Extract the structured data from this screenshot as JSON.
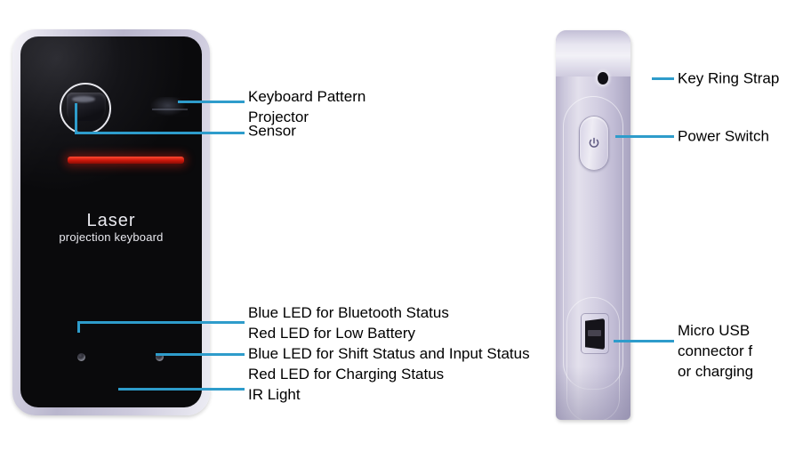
{
  "figure": {
    "title": "Laser projection keyboard product callout diagram",
    "accent_color": "#2e9ccb",
    "laser_color": "#d4190b",
    "background": "#ffffff"
  },
  "front_device": {
    "name": "front-face-view",
    "brand_main": "Laser",
    "brand_sub": "projection keyboard",
    "body_color": "#c5c1d6",
    "glass_color": "#0a0a0c",
    "parts": [
      {
        "id": "projector",
        "label": "Keyboard Pattern Projector"
      },
      {
        "id": "sensor",
        "label": "Sensor"
      },
      {
        "id": "led-left",
        "label": "Blue LED for Bluetooth Status / Red LED for Low Battery"
      },
      {
        "id": "led-right",
        "label": "Blue LED for Shift Status and Input Status / Red LED for Charging Status"
      },
      {
        "id": "ir-light",
        "label": "IR Light"
      }
    ]
  },
  "side_device": {
    "name": "side-face-view",
    "body_color": "#c8c3da",
    "parts": [
      {
        "id": "keyring",
        "label": "Key Ring Strap"
      },
      {
        "id": "power",
        "label": "Power Switch"
      },
      {
        "id": "usb",
        "label": "Micro USB connector for charging"
      }
    ]
  },
  "callouts": {
    "keyboard_pattern_projector_line1": "Keyboard Pattern",
    "keyboard_pattern_projector_line2": "Projector",
    "sensor": "Sensor",
    "blue_led_bluetooth": "Blue LED for Bluetooth Status",
    "red_led_low_battery": "Red LED for Low Battery",
    "blue_led_shift_input": "Blue LED for Shift Status and Input Status",
    "red_led_charging": "Red LED for Charging Status",
    "ir_light": "IR Light",
    "key_ring_strap": "Key Ring Strap",
    "power_switch": "Power Switch",
    "micro_usb_line1": "Micro USB",
    "micro_usb_line2": "connector f",
    "micro_usb_line3": "or charging"
  }
}
